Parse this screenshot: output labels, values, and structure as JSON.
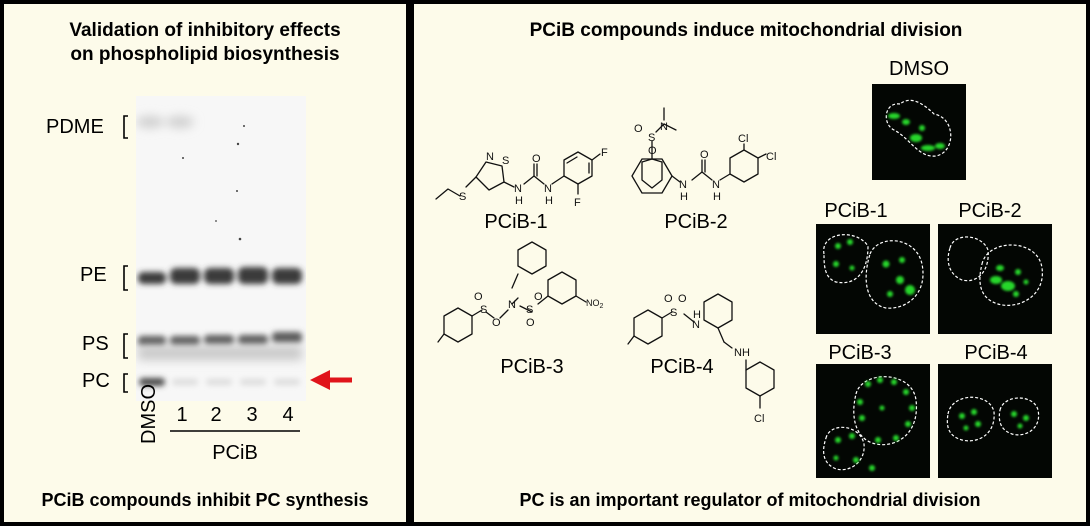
{
  "left_panel": {
    "title_line1": "Validation of inhibitory effects",
    "title_line2": "on phospholipid biosynthesis",
    "band_labels": [
      "PDME",
      "PE",
      "PS",
      "PC"
    ],
    "lane_control": "DMSO",
    "lane_numbers": [
      "1",
      "2",
      "3",
      "4"
    ],
    "lane_group": "PCiB",
    "caption": "PCiB compounds inhibit PC synthesis",
    "arrow_color": "#e0141b"
  },
  "right_panel": {
    "title": "PCiB compounds induce mitochondrial division",
    "caption": "PC is an important regulator of mitochondrial division",
    "compounds": [
      {
        "name": "PCiB-1"
      },
      {
        "name": "PCiB-2"
      },
      {
        "name": "PCiB-3"
      },
      {
        "name": "PCiB-4"
      }
    ],
    "atoms": {
      "n": "N",
      "s": "S",
      "o": "O",
      "h": "H",
      "f": "F",
      "cl": "Cl",
      "nh": "NH",
      "no2": "NO",
      "no2_sub": "2"
    },
    "micrographs": [
      {
        "label": "DMSO"
      },
      {
        "label": "PCiB-1"
      },
      {
        "label": "PCiB-2"
      },
      {
        "label": "PCiB-3"
      },
      {
        "label": "PCiB-4"
      }
    ],
    "mito_color": "#25d629"
  }
}
